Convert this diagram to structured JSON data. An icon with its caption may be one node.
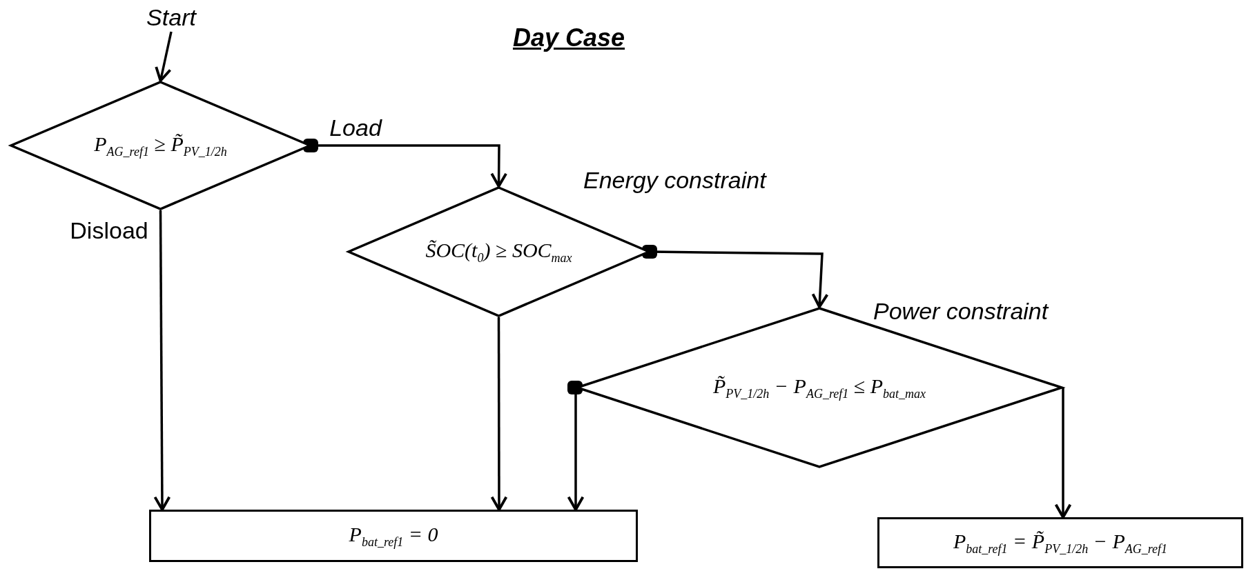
{
  "diagram": {
    "title": "Day Case",
    "nodes": [
      {
        "text": [
          "Start"
        ]
      },
      {
        "text": [
          "*P*$_{AG_ref1}$ ≥ *P̃*$_{PV_1/2h}$"
        ]
      },
      {
        "text": [
          "S̃OC(*t*$_{0}$) ≥ SOC$_{max}$"
        ],
        "beside": [
          "Energy constraint"
        ]
      },
      {
        "text": [
          "*P̃*$_{PV_1/2h}$ − *P*$_{AG_ref1}$ ≤ *P*$_{bat_max}$"
        ],
        "beside": [
          "Power constraint"
        ]
      },
      {
        "text": [
          "*P*$_{bat_ref1}$ = 0"
        ]
      },
      {
        "text": [
          "*P*$_{bat_ref1}$ = *P̃*$_{PV_1/2h}$ − *P*$_{AG_ref1}$"
        ]
      }
    ],
    "edges": [
      {
        "from": 0,
        "to": 1,
        "arrow": "to"
      },
      {
        "from": 1,
        "to": 2,
        "arrow": "to",
        "label": "Load"
      },
      {
        "from": 1,
        "to": 4,
        "arrow": "to",
        "label": "Disload"
      },
      {
        "from": 2,
        "to": 4,
        "arrow": "to"
      },
      {
        "from": 2,
        "to": 3,
        "arrow": "to"
      },
      {
        "from": 3,
        "to": 4,
        "arrow": "to"
      },
      {
        "from": 3,
        "to": 5,
        "arrow": "to"
      }
    ]
  }
}
